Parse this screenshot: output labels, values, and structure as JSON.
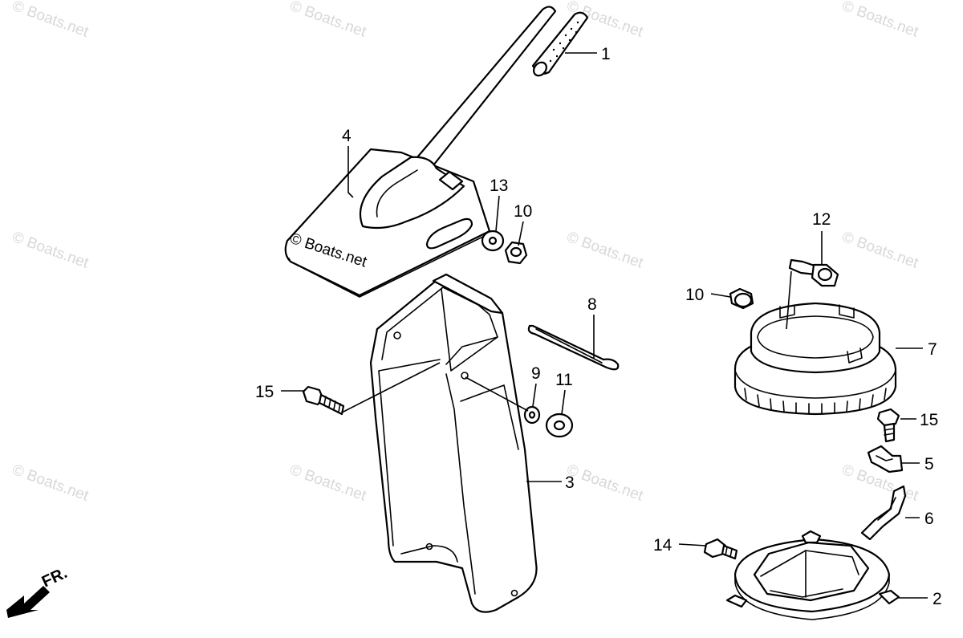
{
  "watermark": "© Boats.net",
  "direction_label": "FR.",
  "callouts": {
    "p1": "1",
    "p2": "2",
    "p3": "3",
    "p4": "4",
    "p5": "5",
    "p6": "6",
    "p7": "7",
    "p8": "8",
    "p9": "9",
    "p10a": "10",
    "p10b": "10",
    "p11": "11",
    "p12": "12",
    "p13": "13",
    "p14": "14",
    "p15a": "15",
    "p15b": "15"
  }
}
